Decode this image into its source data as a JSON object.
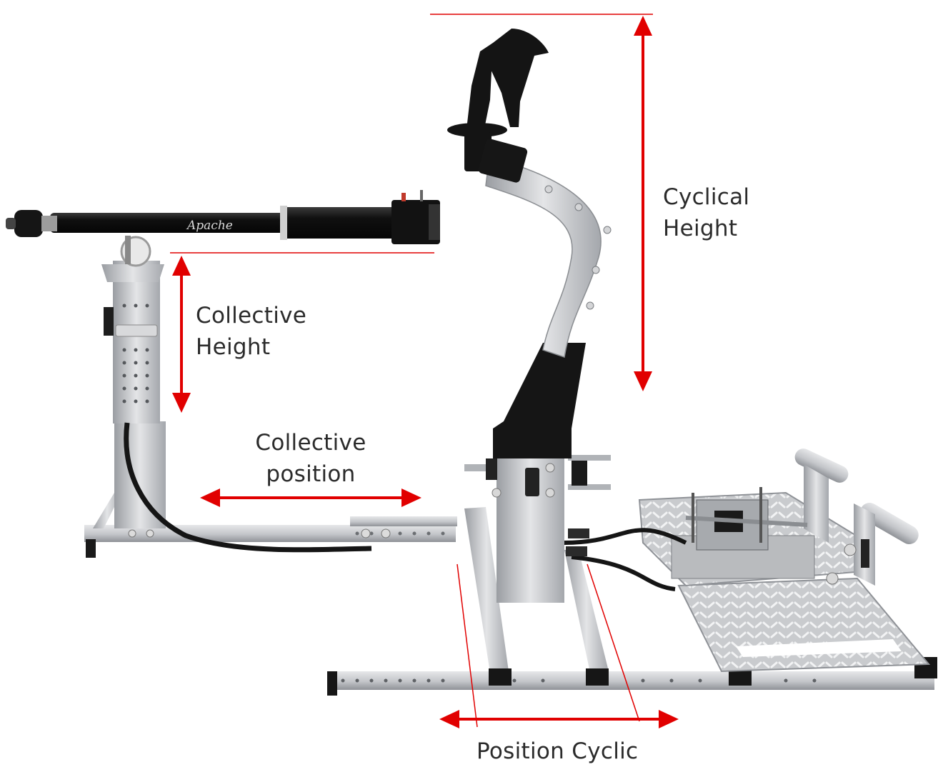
{
  "labels": {
    "cyclical_height": [
      "Cyclical",
      "Height"
    ],
    "collective_height": [
      "Collective",
      "Height"
    ],
    "collective_position": [
      "Collective",
      "position"
    ],
    "position_cyclic": "Position Cyclic",
    "apache_logo": "Apache"
  },
  "colors": {
    "arrow": "#e10000",
    "dark": "#151515",
    "metal": "#c6c8cb",
    "metal_light": "#e2e3e5",
    "metal_dark": "#8e9196"
  }
}
